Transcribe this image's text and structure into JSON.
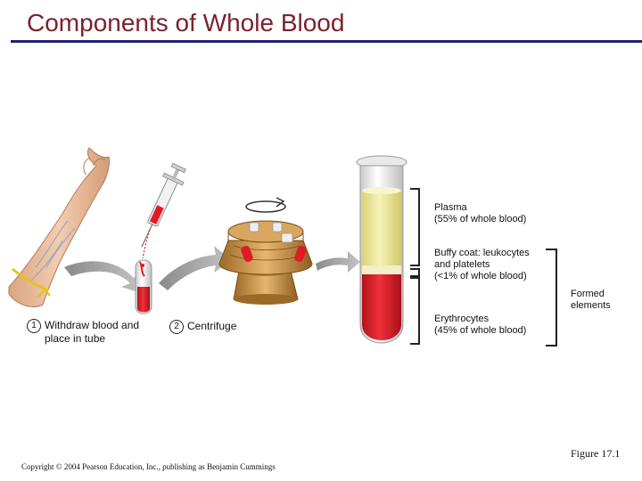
{
  "title": "Components of Whole Blood",
  "steps": [
    {
      "num": "1",
      "text": "Withdraw blood and place in tube"
    },
    {
      "num": "2",
      "text": "Centrifuge"
    }
  ],
  "layers": {
    "plasma": {
      "name": "Plasma",
      "detail": "(55% of whole blood)"
    },
    "buffy": {
      "name": "Buffy coat: leukocytes and platelets",
      "detail": "(<1% of whole blood)"
    },
    "erythro": {
      "name": "Erythrocytes",
      "detail": "(45% of whole blood)"
    }
  },
  "formed_elements": "Formed elements",
  "figure": "Figure 17.1",
  "copyright": "Copyright © 2004 Pearson Education, Inc., publishing as Benjamin Cummings",
  "colors": {
    "title": "#7b2230",
    "rule": "#1f1f7a",
    "plasma": "#efe9a0",
    "blood": "#e01b24",
    "buffy": "#f4efc8"
  }
}
